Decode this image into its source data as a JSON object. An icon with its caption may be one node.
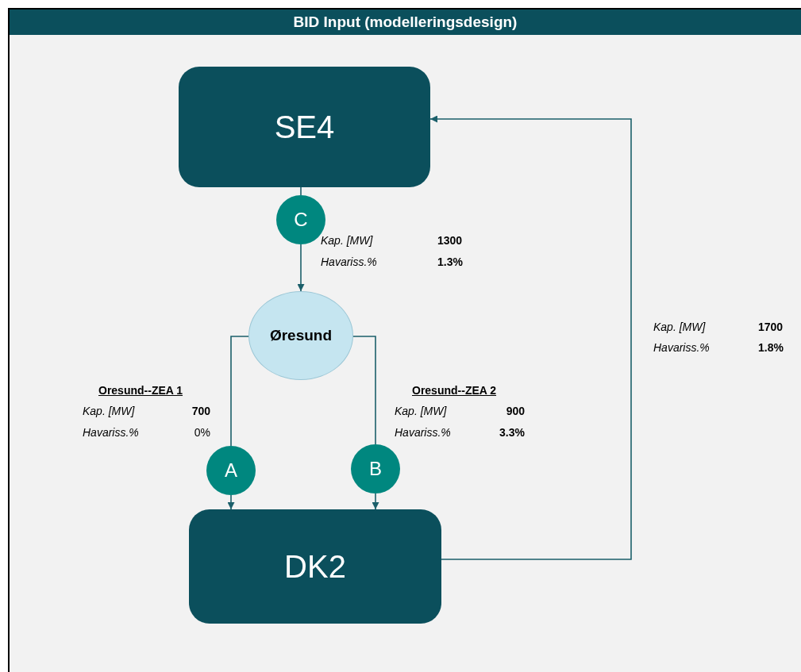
{
  "diagram": {
    "title": "BID Input (modelleringsdesign)",
    "nodes": [
      {
        "text": [
          "SE4"
        ]
      },
      {
        "text": [
          "C"
        ]
      },
      {
        "text": [
          "Øresund"
        ]
      },
      {
        "text": [
          "A"
        ]
      },
      {
        "text": [
          "B"
        ]
      },
      {
        "text": [
          "DK2"
        ]
      }
    ],
    "edges": [
      {
        "from": 0,
        "to": 1,
        "arrow": "none"
      },
      {
        "from": 1,
        "to": 2,
        "arrow": "to"
      },
      {
        "from": 2,
        "to": 3,
        "arrow": "none"
      },
      {
        "from": 3,
        "to": 5,
        "arrow": "to"
      },
      {
        "from": 2,
        "to": 4,
        "arrow": "none"
      },
      {
        "from": 4,
        "to": 5,
        "arrow": "to"
      },
      {
        "from": 5,
        "to": 0,
        "arrow": "to"
      }
    ],
    "labels": [
      "Kap. [MW]",
      "1300",
      "Havariss.%",
      "1.3%",
      "Kap. [MW]",
      "1700",
      "Havariss.%",
      "1.8%",
      "Oresund--ZEA 1",
      "Kap. [MW]",
      "700",
      "Havariss.%",
      "0%",
      "Oresund--ZEA 2",
      "Kap. [MW]",
      "900",
      "Havariss.%",
      "3.3%"
    ]
  }
}
